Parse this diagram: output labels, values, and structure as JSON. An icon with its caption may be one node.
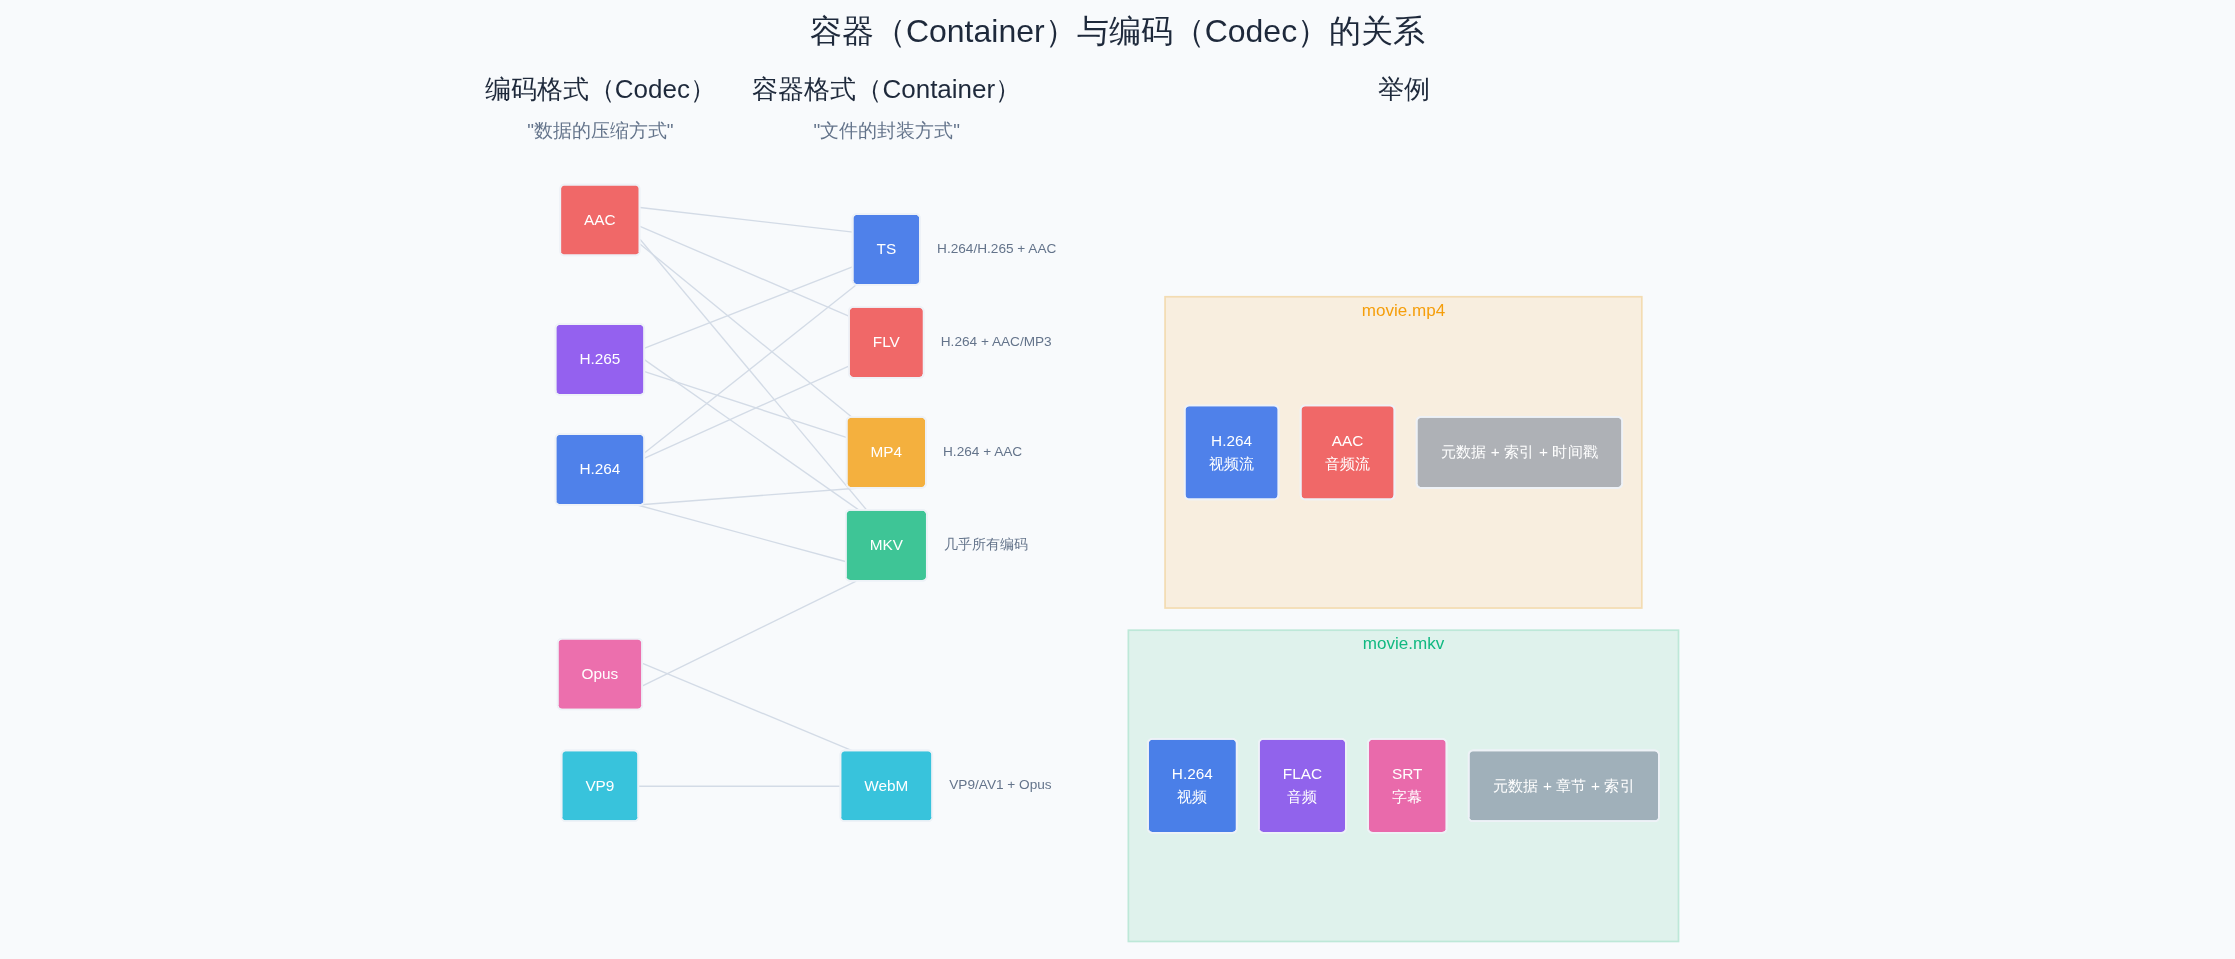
{
  "diagram": {
    "title": "容器（Container）与编码（Codec）的关系",
    "nodes": [
      {
        "text": [
          "H.264"
        ]
      },
      {
        "text": [
          "H.265"
        ]
      },
      {
        "text": [
          "AAC"
        ]
      },
      {
        "text": [
          "Opus"
        ]
      },
      {
        "text": [
          "VP9"
        ]
      },
      {
        "text": [
          "MP4"
        ],
        "beside": [
          "H.264 + AAC"
        ]
      },
      {
        "text": [
          "MKV"
        ],
        "beside": [
          "几乎所有编码"
        ]
      },
      {
        "text": [
          "FLV"
        ],
        "beside": [
          "H.264 + AAC/MP3"
        ]
      },
      {
        "text": [
          "TS"
        ],
        "beside": [
          "H.264/H.265 + AAC"
        ]
      },
      {
        "text": [
          "WebM"
        ],
        "beside": [
          "VP9/AV1 + Opus"
        ]
      },
      {
        "text": [
          "movie.mp4"
        ]
      },
      {
        "text": [
          "H.264",
          "视频流"
        ],
        "in": 10
      },
      {
        "text": [
          "AAC",
          "音频流"
        ],
        "in": 10
      },
      {
        "text": [
          "元数据 + 索引 + 时间戳"
        ],
        "in": 10
      },
      {
        "text": [
          "movie.mkv"
        ]
      },
      {
        "text": [
          "H.264",
          "视频"
        ],
        "in": 14
      },
      {
        "text": [
          "FLAC",
          "音频"
        ],
        "in": 14
      },
      {
        "text": [
          "SRT",
          "字幕"
        ],
        "in": 14
      },
      {
        "text": [
          "元数据 + 章节 + 索引"
        ],
        "in": 14
      }
    ],
    "edges": [
      {
        "from": 0,
        "to": 5,
        "arrow": "none"
      },
      {
        "from": 0,
        "to": 6,
        "arrow": "none"
      },
      {
        "from": 0,
        "to": 7,
        "arrow": "none"
      },
      {
        "from": 0,
        "to": 8,
        "arrow": "none"
      },
      {
        "from": 1,
        "to": 5,
        "arrow": "none"
      },
      {
        "from": 1,
        "to": 6,
        "arrow": "none"
      },
      {
        "from": 1,
        "to": 8,
        "arrow": "none"
      },
      {
        "from": 2,
        "to": 5,
        "arrow": "none"
      },
      {
        "from": 2,
        "to": 6,
        "arrow": "none"
      },
      {
        "from": 2,
        "to": 7,
        "arrow": "none"
      },
      {
        "from": 2,
        "to": 8,
        "arrow": "none"
      },
      {
        "from": 3,
        "to": 6,
        "arrow": "none"
      },
      {
        "from": 3,
        "to": 9,
        "arrow": "none"
      },
      {
        "from": 4,
        "to": 9,
        "arrow": "none"
      }
    ],
    "labels": [
      "编码格式（Codec）",
      "容器格式（Container）",
      "举例",
      "\"数据的压缩方式\"",
      "\"文件的封装方式\""
    ]
  }
}
